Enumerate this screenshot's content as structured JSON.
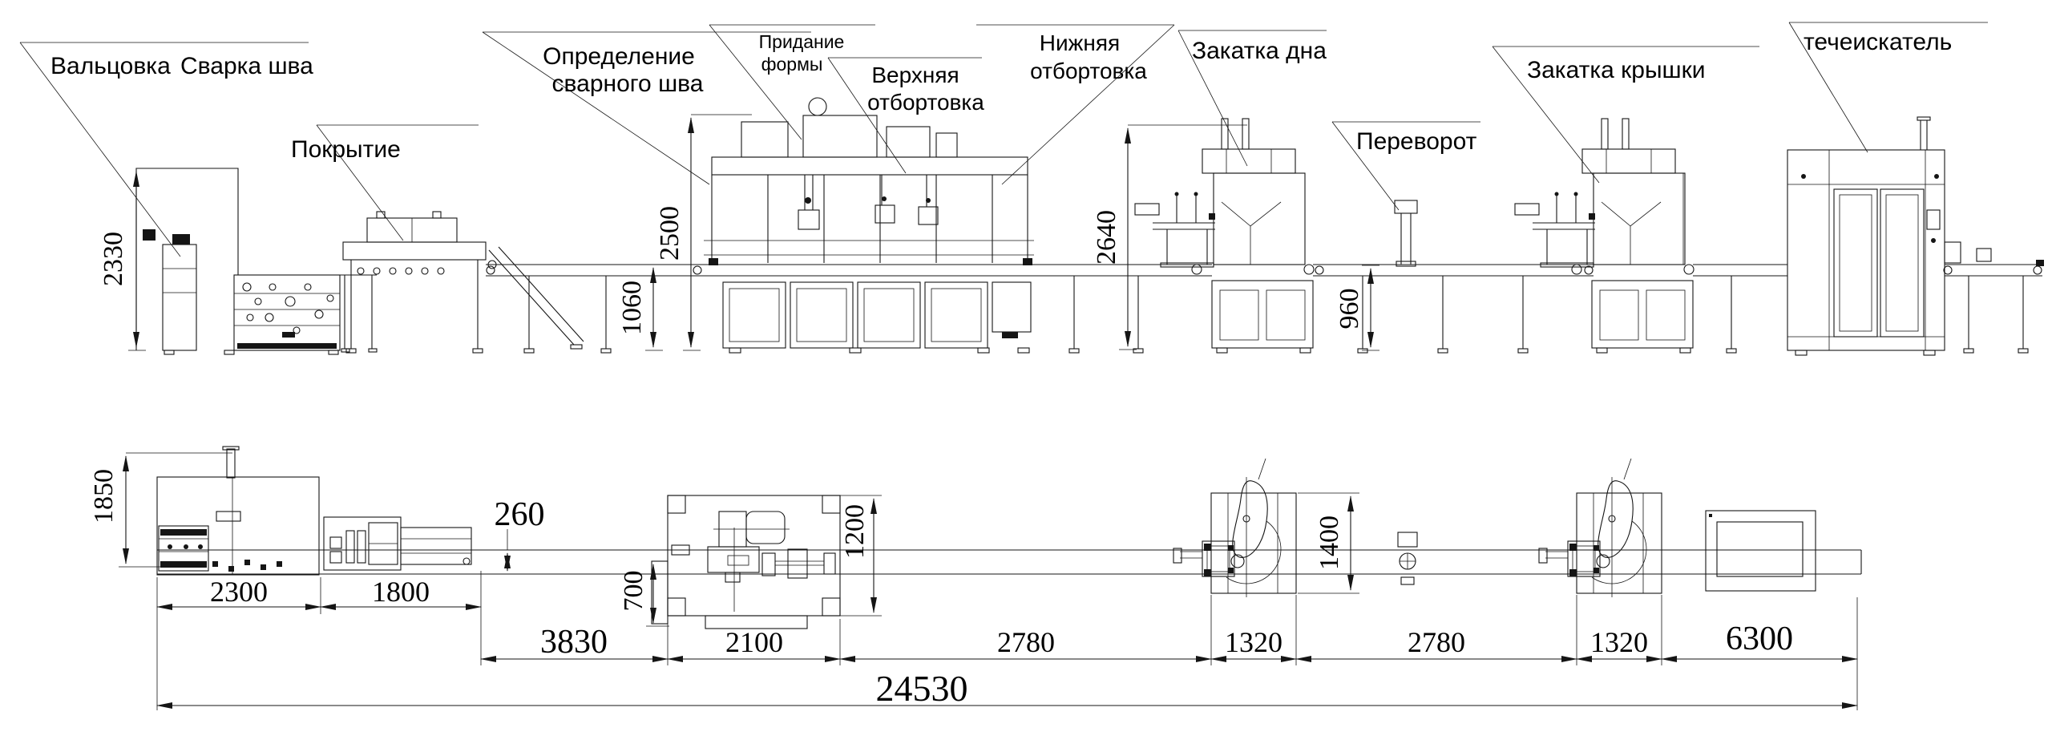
{
  "callouts": {
    "rolling": "Вальцовка",
    "seam_welding": "Сварка шва",
    "coating": "Покрытие",
    "weld_detection": [
      "Определение",
      "сварного шва"
    ],
    "forming": [
      "Придание",
      "формы"
    ],
    "upper_flanging": [
      "Верхняя",
      "отбортовка"
    ],
    "lower_flanging": [
      "Нижняя",
      "отбортовка"
    ],
    "bottom_seaming": "Закатка дна",
    "turnover": "Переворот",
    "lid_seaming": "Закатка крышки",
    "leak_detector": "течеискатель"
  },
  "dimensions": {
    "elevation": {
      "rolling_machine_height": "2330",
      "detection_machine_height": "2500",
      "conveyor_height_left": "1060",
      "bottom_seamer_height": "2640",
      "conveyor_height_right": "960"
    },
    "plan": {
      "rolling_machine_depth": "1850",
      "rolling_machine_length": "2300",
      "coating_machine_length": "1800",
      "belt_width": "260",
      "infeed_conveyor_length": "3830",
      "detection_machine_offset": "700",
      "detection_machine_length": "2100",
      "gap_detection_to_seamer": "2780",
      "bottom_seamer_length": "1320",
      "detection_machine_depth": "1200",
      "seamer_depth": "1400",
      "gap_seamer_to_lid_seamer": "2780",
      "lid_seamer_length": "1320",
      "leak_detector_section_length": "6300",
      "total_line_length": "24530"
    }
  },
  "colors": {
    "ink": "#151515",
    "background": "#ffffff"
  }
}
